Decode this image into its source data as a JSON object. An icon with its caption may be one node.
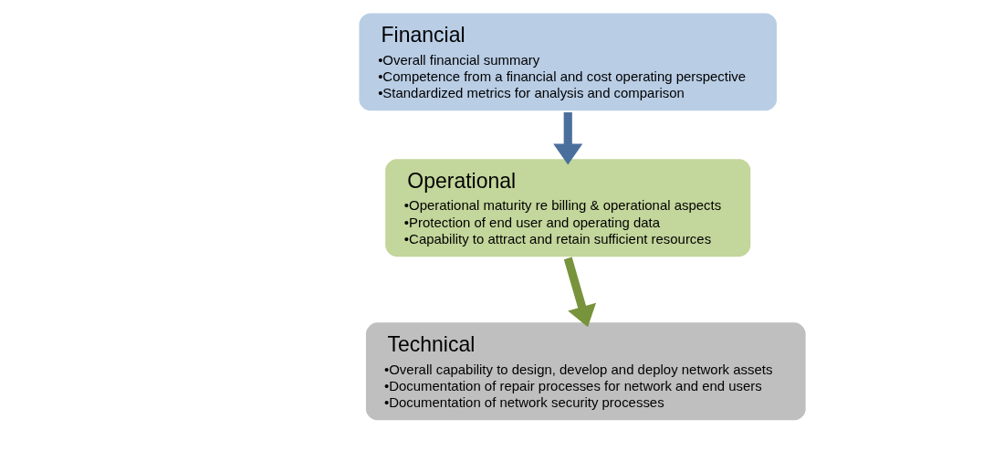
{
  "diagram": {
    "nodes": [
      {
        "text": [
          "Financial",
          "•Overall financial summary",
          "•Competence from a financial and cost operating perspective",
          "•Standardized metrics for analysis and comparison"
        ]
      },
      {
        "text": [
          "Operational",
          "•Operational maturity re billing & operational aspects",
          "•Protection of end user and operating data",
          "•Capability to attract and retain sufficient resources"
        ]
      },
      {
        "text": [
          "Technical",
          "•Overall capability to design, develop and deploy network assets",
          "•Documentation of repair processes for network and end users",
          "•Documentation of network security processes"
        ]
      }
    ],
    "edges": [
      {
        "from": 0,
        "to": 1,
        "arrow": "to",
        "color": "#4a6f9c"
      },
      {
        "from": 1,
        "to": 2,
        "arrow": "to",
        "color": "#77933c"
      }
    ]
  }
}
